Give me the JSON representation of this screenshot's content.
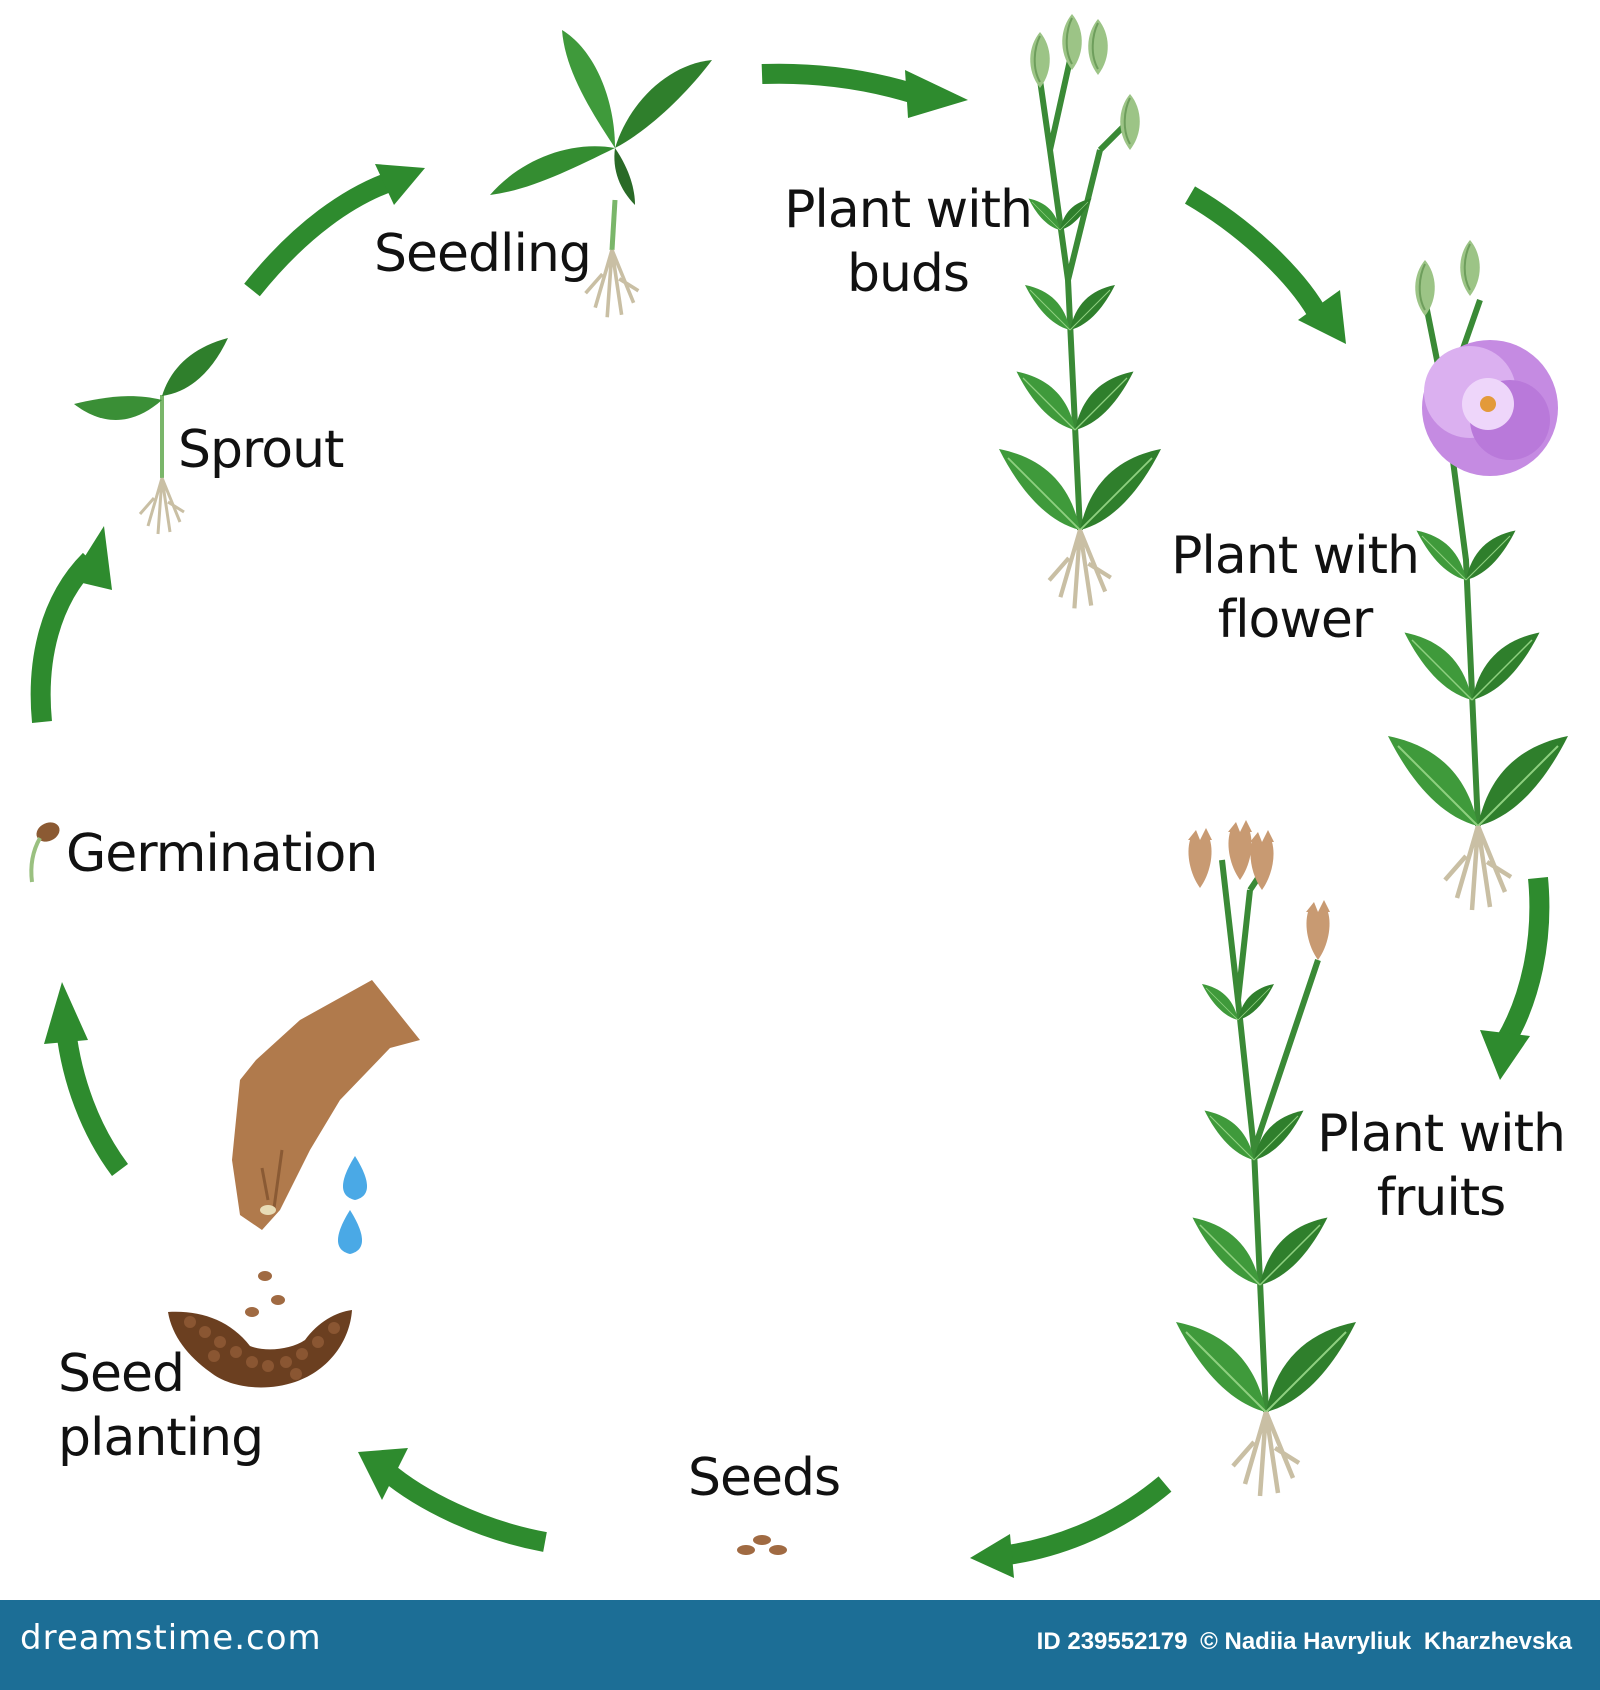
{
  "stages": [
    {
      "id": "germination",
      "label": [
        "Germination"
      ]
    },
    {
      "id": "sprout",
      "label": [
        "Sprout"
      ]
    },
    {
      "id": "seedling",
      "label": [
        "Seedling"
      ]
    },
    {
      "id": "buds",
      "label": [
        "Plant with",
        "buds"
      ]
    },
    {
      "id": "flower",
      "label": [
        "Plant with",
        "flower"
      ]
    },
    {
      "id": "fruits",
      "label": [
        "Plant with",
        "fruits"
      ]
    },
    {
      "id": "seeds",
      "label": [
        "Seeds"
      ]
    },
    {
      "id": "planting",
      "label": [
        "Seed",
        "planting"
      ]
    }
  ],
  "footer": {
    "brand": "dreamstime.com",
    "id_text": "ID 239552179",
    "author": "© Nadiia Havryliuk",
    "author2": "Kharzhevska"
  },
  "colors": {
    "arrow": "#2e8b2e",
    "leaf": "#3d8f3a",
    "leaf_dark": "#2a6a27",
    "flower": "#c38be0",
    "soil": "#6b3f20",
    "skin": "#b07a4c",
    "water": "#4aa9e6",
    "footer_bg": "#1c6e96"
  }
}
